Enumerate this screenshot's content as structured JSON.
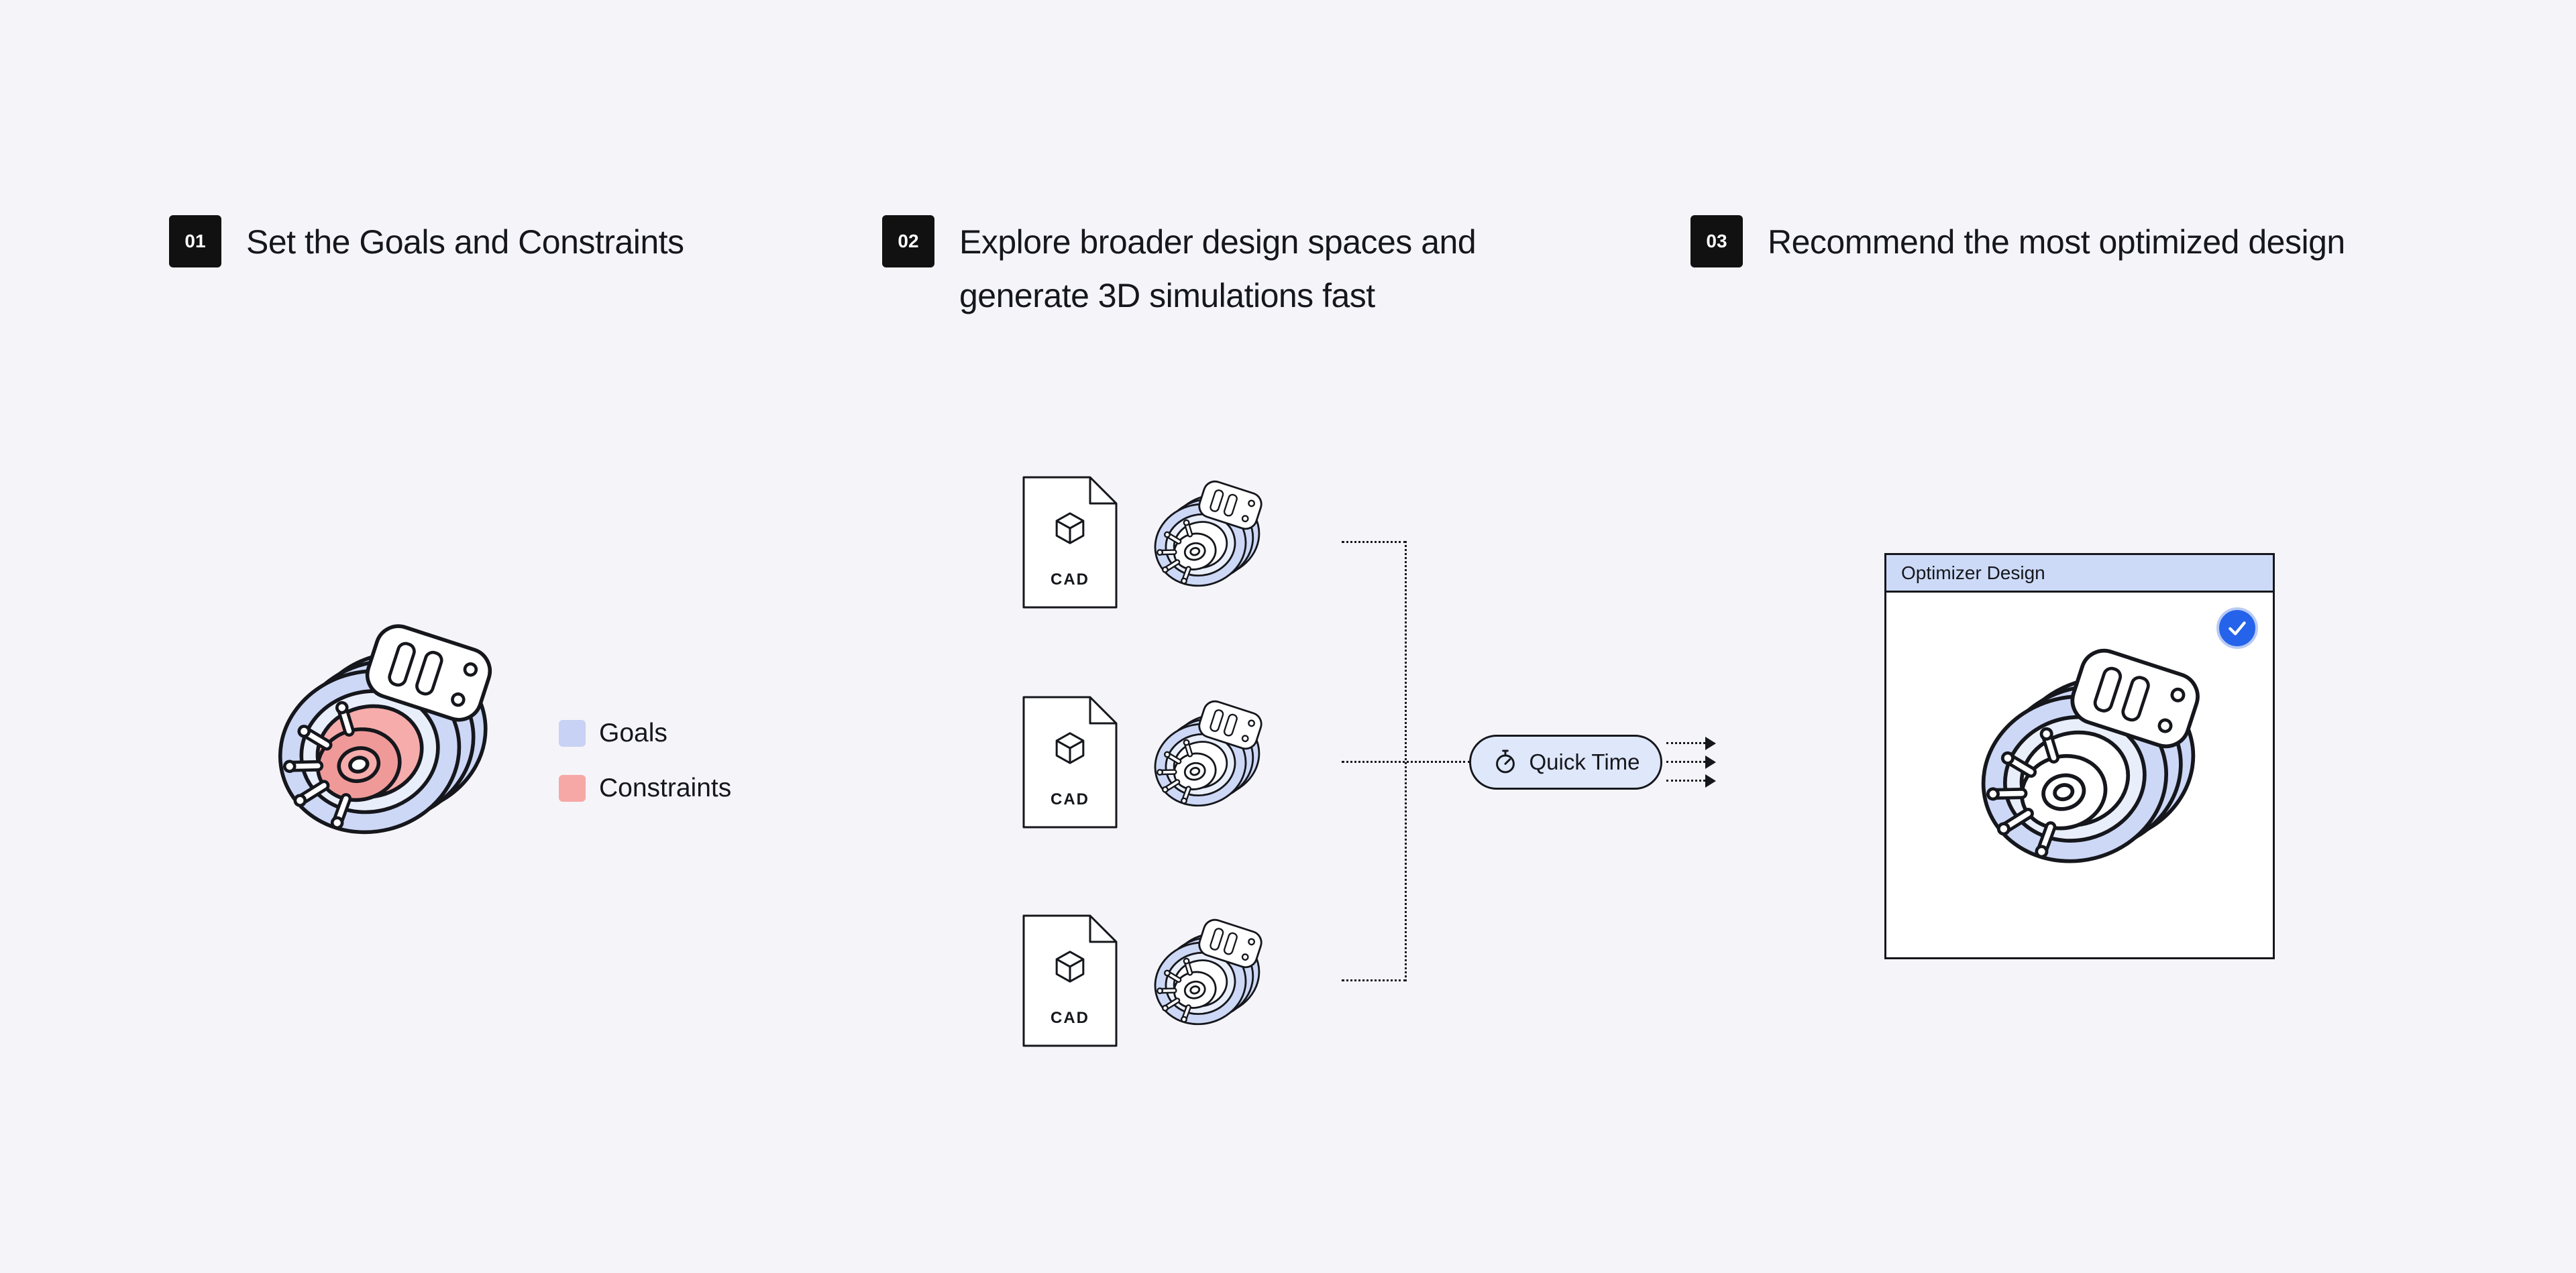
{
  "background": "#f5f4f9",
  "steps": [
    {
      "number": "01",
      "title": "Set the Goals and Constraints"
    },
    {
      "number": "02",
      "title": "Explore broader design spaces and generate 3D simulations fast"
    },
    {
      "number": "03",
      "title": "Recommend the most optimized design"
    }
  ],
  "legend": {
    "items": [
      {
        "label": "Goals",
        "color": "#c7d2f4"
      },
      {
        "label": "Constraints",
        "color": "#f5a8a6"
      }
    ]
  },
  "cad": {
    "label": "CAD"
  },
  "pipeline": {
    "pill_label": "Quick Time",
    "pill_icon": "stopwatch-icon"
  },
  "optimizer": {
    "window_title": "Optimizer Design",
    "check_icon": "checkmark",
    "check_color": "#2563eb"
  },
  "colors": {
    "rotor_blue": "#cdd8f6",
    "rotor_inner": "#e9eefb",
    "constraint_pink": "#ef9a99",
    "outline": "#15171c",
    "badge_bg": "#111111",
    "pill_bg": "#dfe8fa",
    "window_titlebar": "#cddaf7"
  }
}
